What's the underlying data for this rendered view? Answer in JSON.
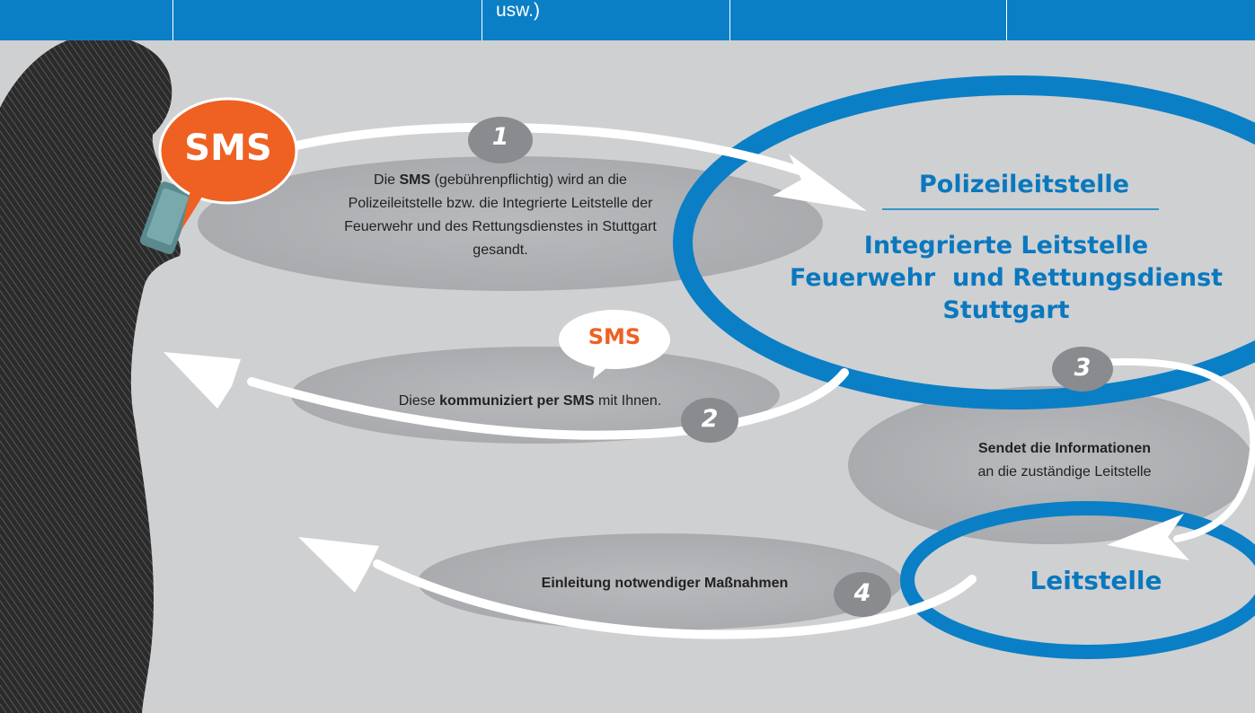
{
  "header": {
    "fragment": "usw.)"
  },
  "bubbles": {
    "sms_main": "SMS",
    "sms_reply": "SMS"
  },
  "steps": [
    {
      "number": "1",
      "bold": "SMS",
      "prefix": "Die ",
      "text": " (gebührenpflichtig) wird an die Polizeileitstelle bzw. die Integrierte Leitstelle der Feuerwehr und des Rettungsdienstes in Stuttgart gesandt."
    },
    {
      "number": "2",
      "prefix": "Diese ",
      "bold": "kommuniziert per SMS",
      "text": " mit Ihnen."
    },
    {
      "number": "3",
      "bold": "Sendet die Informationen",
      "text": "an die zuständige Leitstelle"
    },
    {
      "number": "4",
      "bold": "Einleitung notwendiger Maßnahmen"
    }
  ],
  "centers": {
    "police": "Polizeileitstelle",
    "integrated_line1": "Integrierte Leitstelle",
    "integrated_line2": "Feuerwehr  und Rettungsdienst",
    "integrated_line3": "Stuttgart",
    "local": "Leitstelle"
  },
  "colors": {
    "blue": "#0a7fc6",
    "orange": "#ee6122",
    "gray_ellipse": "#b5b6b9",
    "number_badge": "#8a8b8e",
    "background": "#cfd0d2"
  }
}
